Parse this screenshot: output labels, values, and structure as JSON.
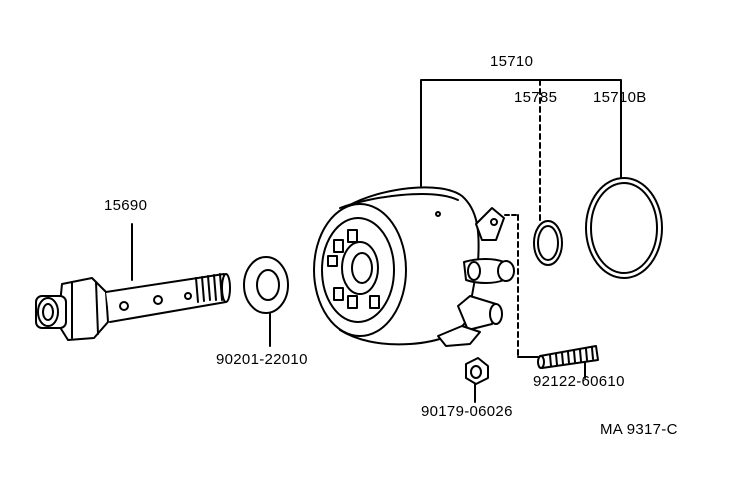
{
  "diagram": {
    "type": "exploded parts diagram",
    "colors": {
      "line": "#000000",
      "background": "#ffffff"
    },
    "parts": [
      {
        "id": "15710",
        "label": "15710"
      },
      {
        "id": "15785",
        "label": "15785"
      },
      {
        "id": "15710B",
        "label": "15710B"
      },
      {
        "id": "15690",
        "label": "15690"
      },
      {
        "id": "90201-22010",
        "label": "90201-22010"
      },
      {
        "id": "92122-60610",
        "label": "92122-60610"
      },
      {
        "id": "90179-06026",
        "label": "90179-06026"
      }
    ],
    "reference": "MA 9317-C"
  }
}
